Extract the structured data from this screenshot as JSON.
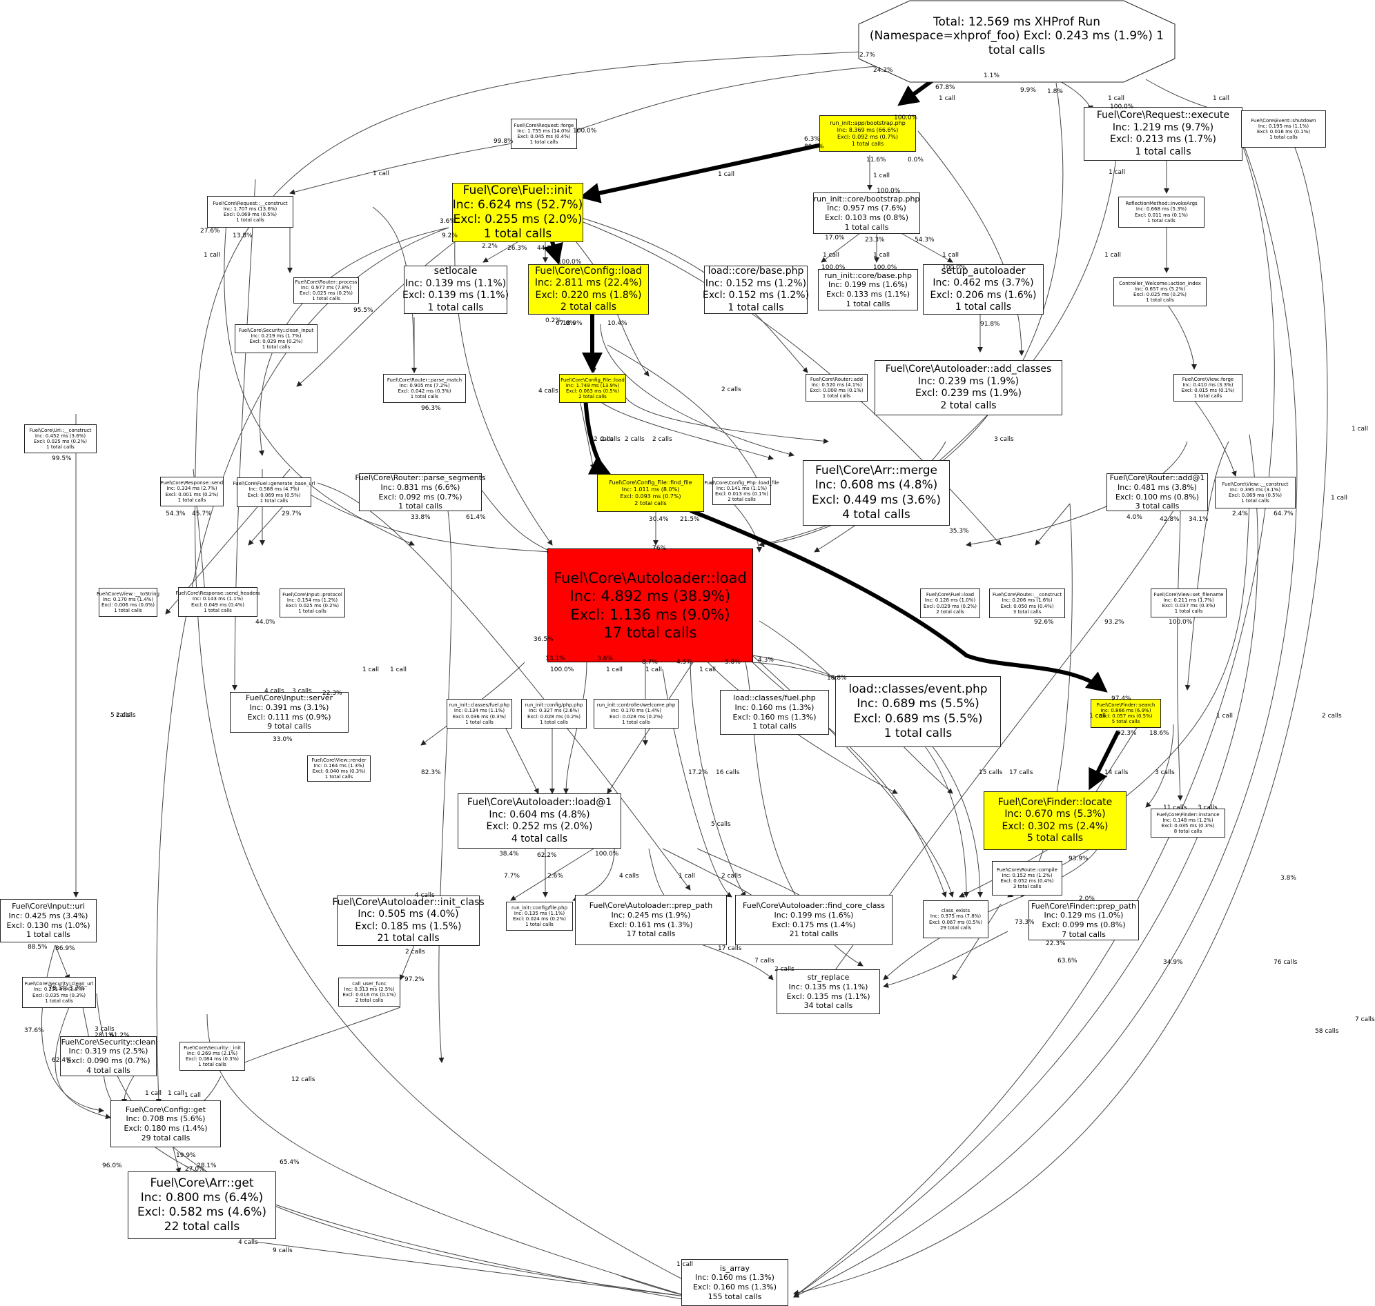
{
  "root": {
    "lines": [
      "Total: 12.569 ms",
      "XHProf Run (Namespace=xhprof_foo)",
      "Excl: 0.243 ms (1.9%)",
      "1 total calls"
    ]
  },
  "nodes": [
    {
      "id": "bootstrap_app",
      "fill": "yellow",
      "lines": [
        "run_init::app/bootstrap.php",
        "Inc: 8.369 ms (66.6%)",
        "Excl: 0.092 ms (0.7%)",
        "1 total calls"
      ]
    },
    {
      "id": "request_execute",
      "fill": "white",
      "lines": [
        "Fuel\\Core\\Request::execute",
        "Inc: 1.219 ms (9.7%)",
        "Excl: 0.213 ms (1.7%)",
        "1 total calls"
      ]
    },
    {
      "id": "event_shutdown",
      "fill": "white",
      "lines": [
        "Fuel\\Core\\Event::shutdown",
        "Inc: 0.195 ms (1.1%)",
        "Excl: 0.016 ms (0.1%)",
        "1 total calls"
      ]
    },
    {
      "id": "request_forge",
      "fill": "white",
      "lines": [
        "Fuel\\Core\\Request::forge",
        "Inc: 1.755 ms (14.0%)",
        "Excl: 0.045 ms (0.4%)",
        "1 total calls"
      ]
    },
    {
      "id": "fuel_init",
      "fill": "yellow",
      "lines": [
        "Fuel\\Core\\Fuel::init",
        "Inc: 6.624 ms (52.7%)",
        "Excl: 0.255 ms (2.0%)",
        "1 total calls"
      ]
    },
    {
      "id": "core_bootstrap",
      "fill": "white",
      "lines": [
        "run_init::core/bootstrap.php",
        "Inc: 0.957 ms (7.6%)",
        "Excl: 0.103 ms (0.8%)",
        "1 total calls"
      ]
    },
    {
      "id": "request_construct",
      "fill": "white",
      "lines": [
        "Fuel\\Core\\Request::__construct",
        "Inc: 1.707 ms (13.6%)",
        "Excl: 0.069 ms (0.5%)",
        "1 total calls"
      ]
    },
    {
      "id": "reflection_invoke",
      "fill": "white",
      "lines": [
        "ReflectionMethod::invokeArgs",
        "Inc: 0.668 ms (5.3%)",
        "Excl: 0.011 ms (0.1%)",
        "1 total calls"
      ]
    },
    {
      "id": "setlocale",
      "fill": "white",
      "lines": [
        "setlocale",
        "Inc: 0.139 ms (1.1%)",
        "Excl: 0.139 ms (1.1%)",
        "1 total calls"
      ]
    },
    {
      "id": "config_load",
      "fill": "yellow",
      "lines": [
        "Fuel\\Core\\Config::load",
        "Inc: 2.811 ms (22.4%)",
        "Excl: 0.220 ms (1.8%)",
        "2 total calls"
      ]
    },
    {
      "id": "load_core_base",
      "fill": "white",
      "lines": [
        "load::core/base.php",
        "Inc: 0.152 ms (1.2%)",
        "Excl: 0.152 ms (1.2%)",
        "1 total calls"
      ]
    },
    {
      "id": "run_core_base",
      "fill": "white",
      "lines": [
        "run_init::core/base.php",
        "Inc: 0.199 ms (1.6%)",
        "Excl: 0.133 ms (1.1%)",
        "1 total calls"
      ]
    },
    {
      "id": "setup_autoloader",
      "fill": "white",
      "lines": [
        "setup_autoloader",
        "Inc: 0.462 ms (3.7%)",
        "Excl: 0.206 ms (1.6%)",
        "1 total calls"
      ]
    },
    {
      "id": "router_process",
      "fill": "white",
      "lines": [
        "Fuel\\Core\\Router::process",
        "Inc: 0.977 ms (7.8%)",
        "Excl: 0.025 ms (0.2%)",
        "1 total calls"
      ]
    },
    {
      "id": "controller_action",
      "fill": "white",
      "lines": [
        "Controller_Welcome::action_index",
        "Inc: 0.657 ms (5.2%)",
        "Excl: 0.025 ms (0.2%)",
        "1 total calls"
      ]
    },
    {
      "id": "security_clean_input",
      "fill": "white",
      "lines": [
        "Fuel\\Core\\Security::clean_input",
        "Inc: 0.219 ms (1.7%)",
        "Excl: 0.029 ms (0.2%)",
        "1 total calls"
      ]
    },
    {
      "id": "router_parse_match",
      "fill": "white",
      "lines": [
        "Fuel\\Core\\Router::parse_match",
        "Inc: 0.905 ms (7.2%)",
        "Excl: 0.042 ms (0.3%)",
        "1 total calls"
      ]
    },
    {
      "id": "config_file_load",
      "fill": "yellow",
      "lines": [
        "Fuel\\Core\\Config_File::load",
        "Inc: 1.749 ms (13.9%)",
        "Excl: 0.063 ms (0.5%)",
        "2 total calls"
      ]
    },
    {
      "id": "router_add",
      "fill": "white",
      "lines": [
        "Fuel\\Core\\Router::add",
        "Inc: 0.520 ms (4.1%)",
        "Excl: 0.008 ms (0.1%)",
        "1 total calls"
      ]
    },
    {
      "id": "autoloader_add_classes",
      "fill": "white",
      "lines": [
        "Fuel\\Core\\Autoloader::add_classes",
        "Inc: 0.239 ms (1.9%)",
        "Excl: 0.239 ms (1.9%)",
        "2 total calls"
      ]
    },
    {
      "id": "view_forge",
      "fill": "white",
      "lines": [
        "Fuel\\Core\\View::forge",
        "Inc: 0.410 ms (3.3%)",
        "Excl: 0.015 ms (0.1%)",
        "1 total calls"
      ]
    },
    {
      "id": "uri_construct",
      "fill": "white",
      "lines": [
        "Fuel\\Core\\Uri::__construct",
        "Inc: 0.452 ms (3.6%)",
        "Excl: 0.025 ms (0.2%)",
        "1 total calls"
      ]
    },
    {
      "id": "response_send",
      "fill": "white",
      "lines": [
        "Fuel\\Core\\Response::send",
        "Inc: 0.334 ms (2.7%)",
        "Excl: 0.001 ms (0.2%)",
        "1 total calls"
      ]
    },
    {
      "id": "generate_base_url",
      "fill": "white",
      "lines": [
        "Fuel\\Core\\Fuel::generate_base_url",
        "Inc: 0.588 ms (4.7%)",
        "Excl: 0.069 ms (0.5%)",
        "1 total calls"
      ]
    },
    {
      "id": "parse_segments",
      "fill": "white",
      "lines": [
        "Fuel\\Core\\Router::parse_segments",
        "Inc: 0.831 ms (6.6%)",
        "Excl: 0.092 ms (0.7%)",
        "1 total calls"
      ]
    },
    {
      "id": "config_file_find_file",
      "fill": "yellow",
      "lines": [
        "Fuel\\Core\\Config_File::find_file",
        "Inc: 1.011 ms (8.0%)",
        "Excl: 0.093 ms (0.7%)",
        "2 total calls"
      ]
    },
    {
      "id": "config_php_load_file",
      "fill": "white",
      "lines": [
        "Fuel\\Core\\Config_Php::load_file",
        "Inc: 0.141 ms (1.1%)",
        "Excl: 0.013 ms (0.1%)",
        "2 total calls"
      ]
    },
    {
      "id": "arr_merge",
      "fill": "white",
      "lines": [
        "Fuel\\Core\\Arr::merge",
        "Inc: 0.608 ms (4.8%)",
        "Excl: 0.449 ms (3.6%)",
        "4 total calls"
      ]
    },
    {
      "id": "router_add_1",
      "fill": "white",
      "lines": [
        "Fuel\\Core\\Router::add@1",
        "Inc: 0.481 ms (3.8%)",
        "Excl: 0.100 ms (0.8%)",
        "3 total calls"
      ]
    },
    {
      "id": "view_construct",
      "fill": "white",
      "lines": [
        "Fuel\\Core\\View::__construct",
        "Inc: 0.395 ms (3.1%)",
        "Excl: 0.069 ms (0.5%)",
        "1 total calls"
      ]
    },
    {
      "id": "view_tostring",
      "fill": "white",
      "lines": [
        "Fuel\\Core\\View::__toString",
        "Inc: 0.170 ms (1.4%)",
        "Excl: 0.006 ms (0.0%)",
        "1 total calls"
      ]
    },
    {
      "id": "response_send_headers",
      "fill": "white",
      "lines": [
        "Fuel\\Core\\Response::send_headers",
        "Inc: 0.143 ms (1.1%)",
        "Excl: 0.049 ms (0.4%)",
        "1 total calls"
      ]
    },
    {
      "id": "input_protocol",
      "fill": "white",
      "lines": [
        "Fuel\\Core\\Input::protocol",
        "Inc: 0.154 ms (1.2%)",
        "Excl: 0.025 ms (0.2%)",
        "1 total calls"
      ]
    },
    {
      "id": "autoloader_load",
      "fill": "red",
      "lines": [
        "Fuel\\Core\\Autoloader::load",
        "Inc: 4.892 ms (38.9%)",
        "Excl: 1.136 ms (9.0%)",
        "17 total calls"
      ]
    },
    {
      "id": "fuel_load",
      "fill": "white",
      "lines": [
        "Fuel\\Core\\Fuel::load",
        "Inc: 0.128 ms (1.0%)",
        "Excl: 0.029 ms (0.2%)",
        "2 total calls"
      ]
    },
    {
      "id": "route_construct",
      "fill": "white",
      "lines": [
        "Fuel\\Core\\Route::__construct",
        "Inc: 0.206 ms (1.6%)",
        "Excl: 0.050 ms (0.4%)",
        "3 total calls"
      ]
    },
    {
      "id": "view_set_filename",
      "fill": "white",
      "lines": [
        "Fuel\\Core\\View::set_filename",
        "Inc: 0.211 ms (1.7%)",
        "Excl: 0.037 ms (0.3%)",
        "1 total calls"
      ]
    },
    {
      "id": "input_server",
      "fill": "white",
      "lines": [
        "Fuel\\Core\\Input::server",
        "Inc: 0.391 ms (3.1%)",
        "Excl: 0.111 ms (0.9%)",
        "9 total calls"
      ]
    },
    {
      "id": "run_classes_fuel",
      "fill": "white",
      "lines": [
        "run_init::classes/fuel.php",
        "Inc: 0.134 ms (1.1%)",
        "Excl: 0.036 ms (0.3%)",
        "1 total calls"
      ]
    },
    {
      "id": "run_config_php",
      "fill": "white",
      "lines": [
        "run_init::config/php.php",
        "Inc: 0.327 ms (2.6%)",
        "Excl: 0.028 ms (0.2%)",
        "1 total calls"
      ]
    },
    {
      "id": "run_controller_welcome",
      "fill": "white",
      "lines": [
        "run_init::controller/welcome.php",
        "Inc: 0.170 ms (1.4%)",
        "Excl: 0.028 ms (0.2%)",
        "1 total calls"
      ]
    },
    {
      "id": "load_classes_fuel",
      "fill": "white",
      "lines": [
        "load::classes/fuel.php",
        "Inc: 0.160 ms (1.3%)",
        "Excl: 0.160 ms (1.3%)",
        "1 total calls"
      ]
    },
    {
      "id": "load_classes_event",
      "fill": "white",
      "lines": [
        "load::classes/event.php",
        "Inc: 0.689 ms (5.5%)",
        "Excl: 0.689 ms (5.5%)",
        "1 total calls"
      ]
    },
    {
      "id": "finder_search",
      "fill": "yellow",
      "lines": [
        "Fuel\\Core\\Finder::search",
        "Inc: 0.866 ms (6.9%)",
        "Excl: 0.057 ms (0.5%)",
        "5 total calls"
      ]
    },
    {
      "id": "view_render",
      "fill": "white",
      "lines": [
        "Fuel\\Core\\View::render",
        "Inc: 0.164 ms (1.3%)",
        "Excl: 0.040 ms (0.3%)",
        "1 total calls"
      ]
    },
    {
      "id": "autoloader_load_1",
      "fill": "white",
      "lines": [
        "Fuel\\Core\\Autoloader::load@1",
        "Inc: 0.604 ms (4.8%)",
        "Excl: 0.252 ms (2.0%)",
        "4 total calls"
      ]
    },
    {
      "id": "finder_locate",
      "fill": "yellow",
      "lines": [
        "Fuel\\Core\\Finder::locate",
        "Inc: 0.670 ms (5.3%)",
        "Excl: 0.302 ms (2.4%)",
        "5 total calls"
      ]
    },
    {
      "id": "finder_instance",
      "fill": "white",
      "lines": [
        "Fuel\\Core\\Finder::instance",
        "Inc: 0.148 ms (1.2%)",
        "Excl: 0.035 ms (0.3%)",
        "8 total calls"
      ]
    },
    {
      "id": "input_uri",
      "fill": "white",
      "lines": [
        "Fuel\\Core\\Input::uri",
        "Inc: 0.425 ms (3.4%)",
        "Excl: 0.130 ms (1.0%)",
        "1 total calls"
      ]
    },
    {
      "id": "init_class",
      "fill": "white",
      "lines": [
        "Fuel\\Core\\Autoloader::init_class",
        "Inc: 0.505 ms (4.0%)",
        "Excl: 0.185 ms (1.5%)",
        "21 total calls"
      ]
    },
    {
      "id": "run_config_file",
      "fill": "white",
      "lines": [
        "run_init::config/file.php",
        "Inc: 0.135 ms (1.1%)",
        "Excl: 0.024 ms (0.2%)",
        "1 total calls"
      ]
    },
    {
      "id": "prep_path",
      "fill": "white",
      "lines": [
        "Fuel\\Core\\Autoloader::prep_path",
        "Inc: 0.245 ms (1.9%)",
        "Excl: 0.161 ms (1.3%)",
        "17 total calls"
      ]
    },
    {
      "id": "find_core_class",
      "fill": "white",
      "lines": [
        "Fuel\\Core\\Autoloader::find_core_class",
        "Inc: 0.199 ms (1.6%)",
        "Excl: 0.175 ms (1.4%)",
        "21 total calls"
      ]
    },
    {
      "id": "class_exists",
      "fill": "white",
      "lines": [
        "class_exists",
        "Inc: 0.975 ms (7.8%)",
        "Excl: 0.067 ms (0.5%)",
        "29 total calls"
      ]
    },
    {
      "id": "route_compile",
      "fill": "white",
      "lines": [
        "Fuel\\Core\\Route::compile",
        "Inc: 0.152 ms (1.2%)",
        "Excl: 0.052 ms (0.4%)",
        "3 total calls"
      ]
    },
    {
      "id": "finder_prep_path",
      "fill": "white",
      "lines": [
        "Fuel\\Core\\Finder::prep_path",
        "Inc: 0.129 ms (1.0%)",
        "Excl: 0.099 ms (0.8%)",
        "7 total calls"
      ]
    },
    {
      "id": "security_clean_uri",
      "fill": "white",
      "lines": [
        "Fuel\\Core\\Security::clean_uri",
        "Inc: 0.231 ms (1.8%)",
        "Excl: 0.035 ms (0.3%)",
        "1 total calls"
      ]
    },
    {
      "id": "call_user_func",
      "fill": "white",
      "lines": [
        "call_user_func",
        "Inc: 0.313 ms (2.5%)",
        "Excl: 0.016 ms (0.1%)",
        "2 total calls"
      ]
    },
    {
      "id": "str_replace",
      "fill": "white",
      "lines": [
        "str_replace",
        "Inc: 0.135 ms (1.1%)",
        "Excl: 0.135 ms (1.1%)",
        "34 total calls"
      ]
    },
    {
      "id": "security_clean",
      "fill": "white",
      "lines": [
        "Fuel\\Core\\Security::clean",
        "Inc: 0.319 ms (2.5%)",
        "Excl: 0.090 ms (0.7%)",
        "4 total calls"
      ]
    },
    {
      "id": "security_init",
      "fill": "white",
      "lines": [
        "Fuel\\Core\\Security::_init",
        "Inc: 0.269 ms (2.1%)",
        "Excl: 0.084 ms (0.3%)",
        "1 total calls"
      ]
    },
    {
      "id": "config_get",
      "fill": "white",
      "lines": [
        "Fuel\\Core\\Config::get",
        "Inc: 0.708 ms (5.6%)",
        "Excl: 0.180 ms (1.4%)",
        "29 total calls"
      ]
    },
    {
      "id": "arr_get",
      "fill": "white",
      "lines": [
        "Fuel\\Core\\Arr::get",
        "Inc: 0.800 ms (6.4%)",
        "Excl: 0.582 ms (4.6%)",
        "22 total calls"
      ]
    },
    {
      "id": "is_array",
      "fill": "white",
      "lines": [
        "is_array",
        "Inc: 0.160 ms (1.3%)",
        "Excl: 0.160 ms (1.3%)",
        "155 total calls"
      ]
    }
  ],
  "edge_labels": [
    "2.7%",
    "24.2%",
    "67.8%",
    "1 call",
    "1.1%",
    "9.9%",
    "1.8%",
    "100.0%",
    "1 call",
    "1 call",
    "100.0%",
    "99.8%",
    "100.0%",
    "6.3%",
    "80.0%",
    "11.6%",
    "0.0%",
    "1 call",
    "1 call",
    "1 call",
    "1 call",
    "100.0%",
    "27.6%",
    "13.8%",
    "3.6%",
    "9.2%",
    "2.2%",
    "26.3%",
    "44.1%",
    "100.0%",
    "17.0%",
    "23.3%",
    "54.3%",
    "1 call",
    "1 call",
    "1 call",
    "1 call",
    "1 call",
    "100.0%",
    "100.0%",
    "100.0%",
    "95.5%",
    "0.2%",
    "18.9%",
    "67.0%",
    "10.4%",
    "91.8%",
    "2 calls",
    "4 calls",
    "2 calls",
    "96.3%",
    "2 calls",
    "2 calls",
    "2 calls",
    "3 calls",
    "99.5%",
    "54.3%",
    "45.7%",
    "29.7%",
    "33.8%",
    "61.4%",
    "30.4%",
    "21.5%",
    "76%",
    "4.0%",
    "42.8%",
    "34.1%",
    "2.4%",
    "64.7%",
    "35.3%",
    "36.5%",
    "13.1%",
    "3.6%",
    "8.7%",
    "4.5%",
    "5.8%",
    "4.3%",
    "18.8%",
    "100.0%",
    "1 call",
    "1 call",
    "1 call",
    "1 call",
    "1 call",
    "4 calls",
    "3 calls",
    "22.3%",
    "33.0%",
    "44.0%",
    "93.2%",
    "92.6%",
    "100.0%",
    "97.4%",
    "92.3%",
    "18.6%",
    "82.3%",
    "17.2%",
    "16 calls",
    "15 calls",
    "17 calls",
    "14 calls",
    "3 calls",
    "5 calls",
    "5 calls",
    "2 calls",
    "11 calls",
    "3 calls",
    "93.9%",
    "2.0%",
    "22.3%",
    "63.6%",
    "73.3%",
    "7 calls",
    "2 calls",
    "17 calls",
    "62.2%",
    "100.0%",
    "38.4%",
    "7.7%",
    "2.6%",
    "4 calls",
    "1 call",
    "2 calls",
    "4 calls",
    "2 calls",
    "97.2%",
    "86.9%",
    "88.5%",
    "78.3%",
    "3.7%",
    "28.1%",
    "61.2%",
    "37.6%",
    "62.4%",
    "3 calls",
    "1 call",
    "1 call",
    "1 call",
    "19.9%",
    "27.0%",
    "28.1%",
    "96.0%",
    "65.4%",
    "12 calls",
    "4 calls",
    "9 calls",
    "1 call",
    "34.9%",
    "76 calls",
    "3.8%",
    "58 calls",
    "7 calls",
    "2 calls",
    "1 call",
    "1 call",
    "1 call",
    "1 call",
    "1 call",
    "1 call"
  ]
}
